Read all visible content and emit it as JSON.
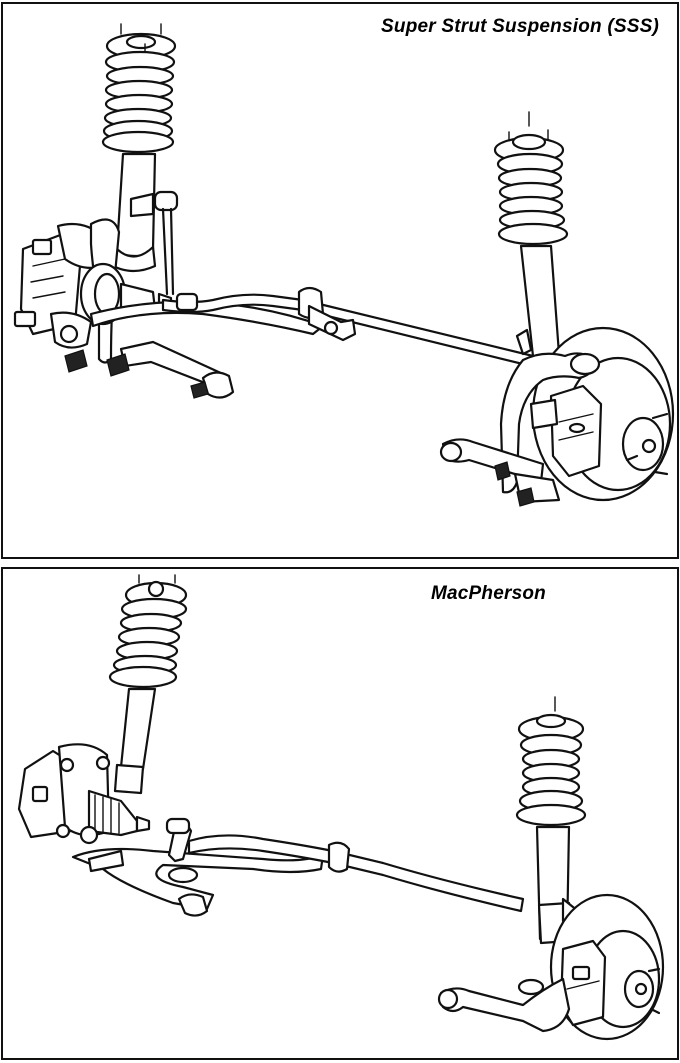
{
  "figure": {
    "description": "Comparison of front suspension systems (line drawings)",
    "panels": [
      {
        "id": "top",
        "title": "Super Strut Suspension (SSS)",
        "components": [
          "strut-assembly-left",
          "coil-spring-left",
          "strut-assembly-right",
          "coil-spring-right",
          "brake-caliper-left",
          "brake-disc-right",
          "steering-knuckle",
          "lower-control-arm",
          "stabilizer-bar",
          "stabilizer-link"
        ]
      },
      {
        "id": "bottom",
        "title": "MacPherson",
        "components": [
          "strut-assembly-left",
          "coil-spring-left",
          "strut-assembly-right",
          "coil-spring-right",
          "brake-caliper-left",
          "brake-disc-right",
          "drive-shaft-boot",
          "lower-control-arm",
          "stabilizer-bar",
          "stabilizer-link"
        ]
      }
    ]
  },
  "colors": {
    "line": "#111111",
    "background": "#ffffff"
  }
}
